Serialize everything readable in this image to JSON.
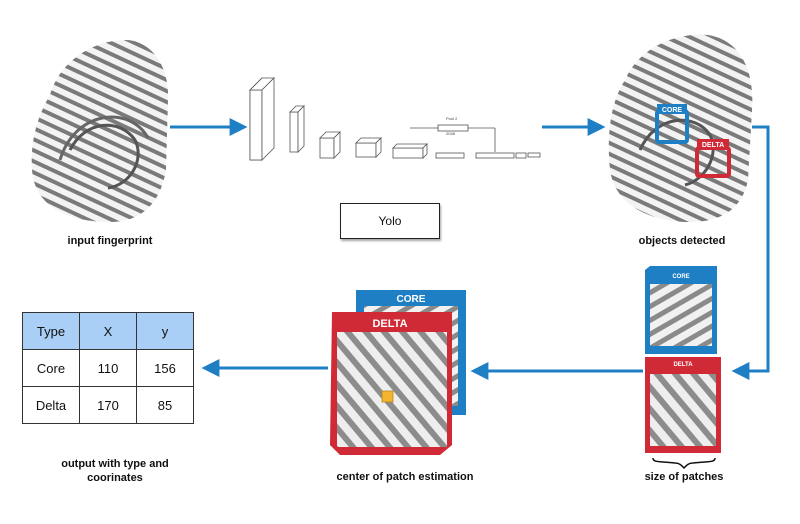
{
  "captions": {
    "input": "input fingerprint",
    "detected": "objects detected",
    "patch_sizes": "size of patches",
    "center_estimation": "center of patch estimation",
    "output_line1": "output with type and",
    "output_line2": "coorinates"
  },
  "yolo_label": "Yolo",
  "detections": {
    "core_label": "CORE",
    "delta_label": "DELTA"
  },
  "colors": {
    "core": "#1f7fc4",
    "delta": "#cf2a36",
    "arrow": "#1f7fc4",
    "table_header": "#a9cff7",
    "center_marker": "#f3b530"
  },
  "output_table": {
    "headers": [
      "Type",
      "X",
      "y"
    ],
    "rows": [
      [
        "Core",
        "110",
        "156"
      ],
      [
        "Delta",
        "170",
        "85"
      ]
    ]
  },
  "network": {
    "small_labels": [
      "Pool 2",
      "2048"
    ]
  }
}
